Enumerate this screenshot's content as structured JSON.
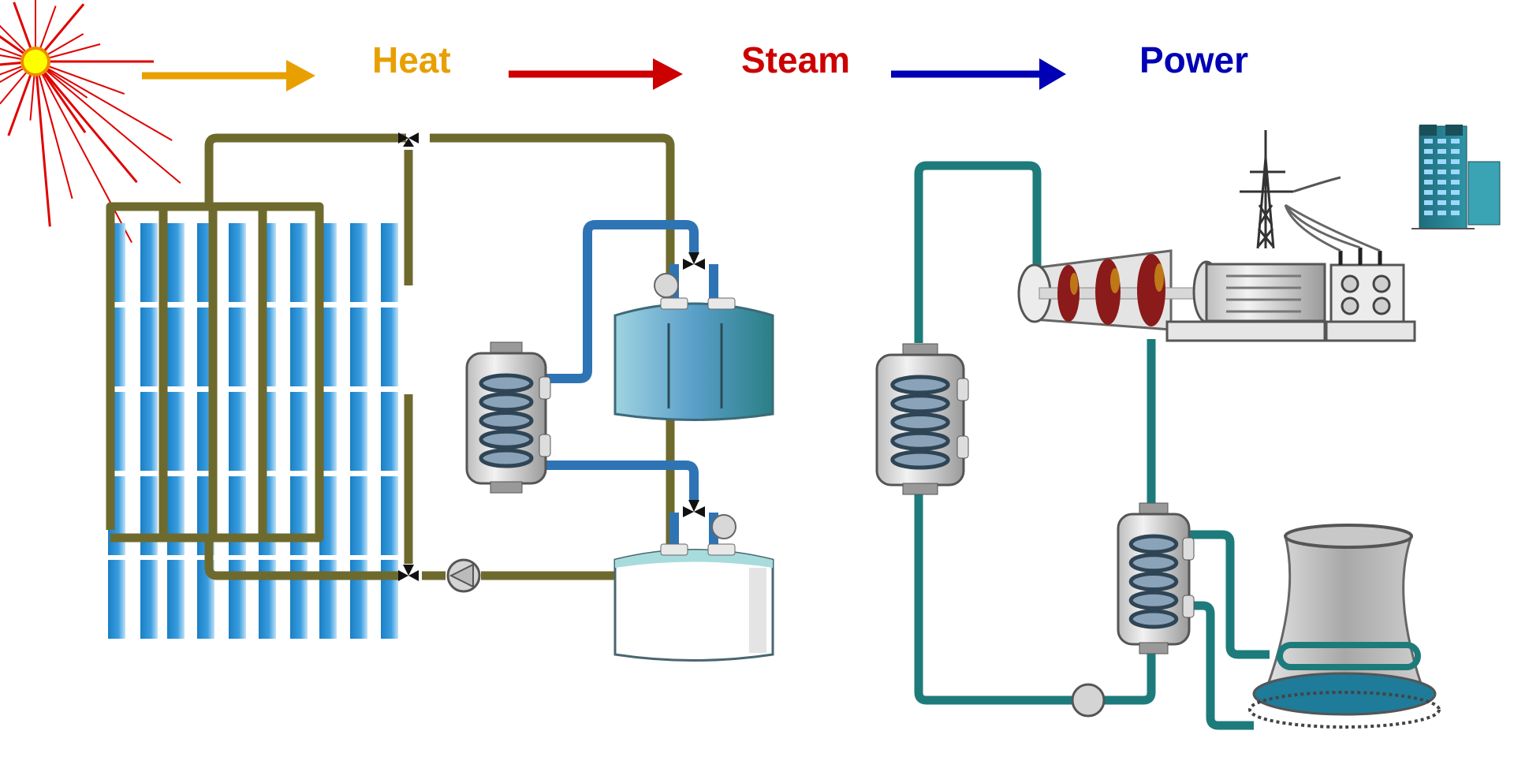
{
  "title": "Concentrated solar power plant with thermal storage",
  "flow_labels": {
    "heat": "Heat",
    "steam": "Steam",
    "power": "Power"
  },
  "colors": {
    "heat": "#e8a000",
    "steam": "#cc0000",
    "power": "#0000b4",
    "sun_rays": "#e00000",
    "sun_core": "#ffff00",
    "htf_loop": "#6e6a2e",
    "storage_loop": "#2e74b5",
    "water_loop": "#1e7b7b"
  },
  "components": {
    "sun": "sun-icon",
    "collector_field": "solar-collector-field",
    "htf_heat_exchanger": "heat-exchanger",
    "hot_tank": "hot-storage-tank",
    "cold_tank": "cold-storage-tank",
    "steam_generator": "steam-generator",
    "turbine": "steam-turbine",
    "generator": "electric-generator",
    "transformer": "transformer",
    "pylon": "transmission-tower",
    "building": "city-building",
    "condenser": "condenser",
    "cooling_tower": "cooling-tower",
    "pump_htf": "htf-pump",
    "pump_water": "feedwater-pump"
  }
}
